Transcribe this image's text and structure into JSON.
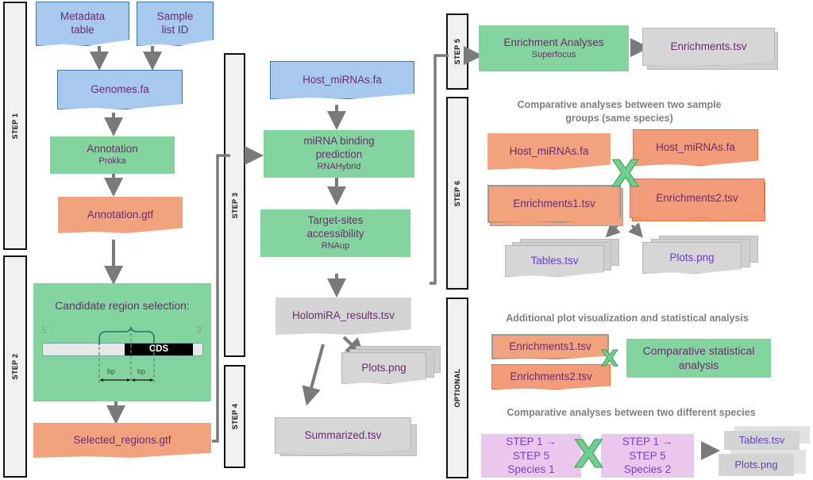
{
  "steps": {
    "step1": "STEP 1",
    "step2": "STEP 2",
    "step3": "STEP 3",
    "step4": "STEP 4",
    "step5": "STEP 5",
    "step6": "STEP 6",
    "optional": "OPTIONAL"
  },
  "step1": {
    "metadata_line1": "Metadata",
    "metadata_line2": "table",
    "sample_line1": "Sample",
    "sample_line2": "list ID",
    "genomes": "Genomes.fa",
    "annotation_title": "Annotation",
    "annotation_tool": "Prokka",
    "annotation_file": "Annotation.gtf"
  },
  "step2": {
    "candidate_title": "Candidate region selection:",
    "five_prime": "5'",
    "three_prime": "3'",
    "cds": "CDS",
    "bp_left": "bp",
    "bp_right": "bp",
    "selected_regions": "Selected_regions.gtf"
  },
  "step3": {
    "host_mirnas": "Host_miRNAs.fa",
    "binding_line1": "miRNA binding",
    "binding_line2": "prediction",
    "binding_tool": "RNAHybrid",
    "target_line1": "Target-sites",
    "target_line2": "accessibility",
    "target_tool": "RNAup"
  },
  "step4": {
    "results": "HolomiRA_results.tsv",
    "plots": "Plots.png",
    "summarized": "Summarized.tsv"
  },
  "step5": {
    "enrichment_title": "Enrichment Analyses",
    "enrichment_tool": "Superfocus",
    "enrichments": "Enrichments.tsv"
  },
  "step6": {
    "heading_line1": "Comparative analyses between two sample",
    "heading_line2": "groups (same species)",
    "host1": "Host_miRNAs.fa",
    "host2": "Host_miRNAs.fa",
    "enrich1": "Enrichments1.tsv",
    "enrich2": "Enrichments2.tsv",
    "cross": "X",
    "tables": "Tables.tsv",
    "plots": "Plots.png"
  },
  "optional": {
    "heading1": "Additional plot visualization and statistical analysis",
    "enrich1": "Enrichments1.tsv",
    "enrich2": "Enrichments2.tsv",
    "cross": "X",
    "stat_line1": "Comparative statistical",
    "stat_line2": "analysis",
    "heading2": "Comparative analyses between two different species",
    "species1_line1": "STEP 1 →",
    "species1_line2": "STEP 5",
    "species1_line3": "Species 1",
    "species2_line1": "STEP 1 →",
    "species2_line2": "STEP 5",
    "species2_line3": "Species 2",
    "cross2": "X",
    "tables": "Tables.tsv",
    "plots": "Plots.png"
  }
}
